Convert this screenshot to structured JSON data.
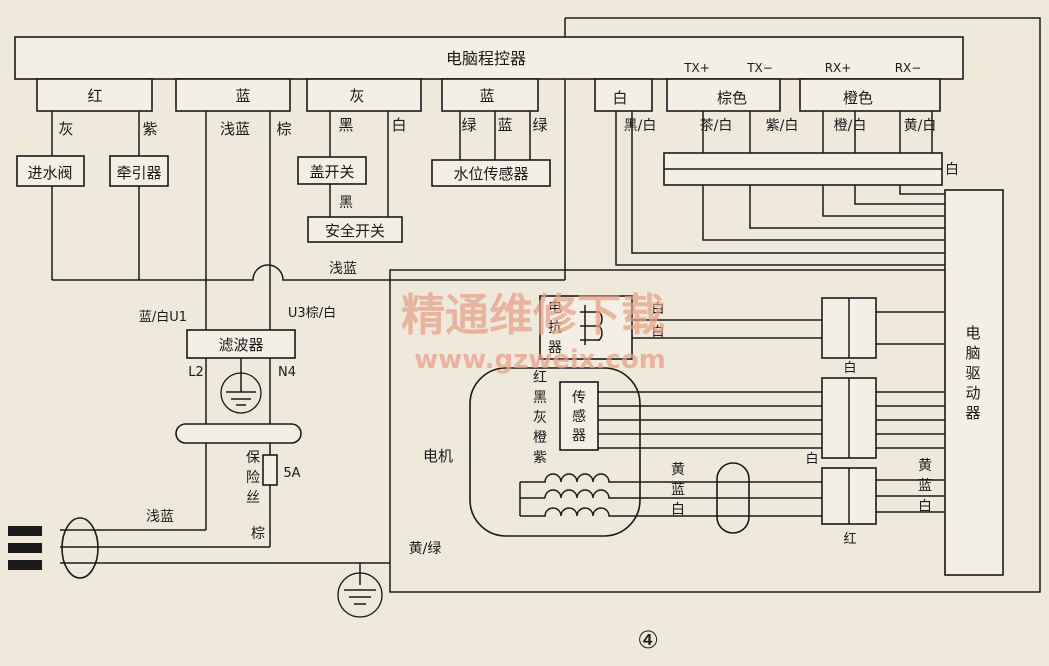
{
  "controller": {
    "title": "电脑程控器",
    "sockets": [
      "红",
      "蓝",
      "灰",
      "蓝",
      "白",
      "棕色",
      "橙色"
    ],
    "signals": [
      "TX+",
      "TX−",
      "RX+",
      "RX−"
    ]
  },
  "wire_labels": {
    "gray": "灰",
    "purple": "紫",
    "light_blue": "浅蓝",
    "brown": "棕",
    "black": "黑",
    "white": "白",
    "green": "绿",
    "blue": "蓝",
    "green2": "绿",
    "black_between": "黑",
    "black_white": "黑/白",
    "tea_white": "茶/白",
    "purple_white": "紫/白",
    "orange_white": "橙/白",
    "yellow_white": "黄/白",
    "white_right": "白",
    "light_blue_mid": "浅蓝"
  },
  "components": {
    "inlet_valve": "进水阀",
    "traction": "牵引器",
    "lid_switch": "盖开关",
    "safety_switch": "安全开关",
    "water_sensor": "水位传感器",
    "filter": "滤波器",
    "fuse_label": "保险丝",
    "fuse_rating": "5A",
    "motor": "电机",
    "sensor": "传感器",
    "reactor": "电抗器",
    "driver": "电脑驱动器"
  },
  "filter_labels": {
    "in_left": "蓝/白U1",
    "in_right": "U3棕/白",
    "out_left": "L2",
    "out_right": "N4"
  },
  "power_labels": {
    "light_blue": "浅蓝",
    "brown": "棕",
    "earth": "黄/绿"
  },
  "sensor_wires": [
    "红",
    "黑",
    "灰",
    "橙",
    "紫"
  ],
  "motor_wires": [
    "黄",
    "蓝",
    "白"
  ],
  "right_labels": {
    "yellow": "黄",
    "blue": "蓝",
    "white": "白",
    "connector_top_white": "白",
    "connector_mid_white": "白",
    "connector_bot_red": "红",
    "reactor_white1": "白",
    "reactor_white2": "白"
  },
  "watermark": {
    "text": "精通维修下载",
    "url": "www.gzweix.com"
  },
  "figure_number": "④"
}
